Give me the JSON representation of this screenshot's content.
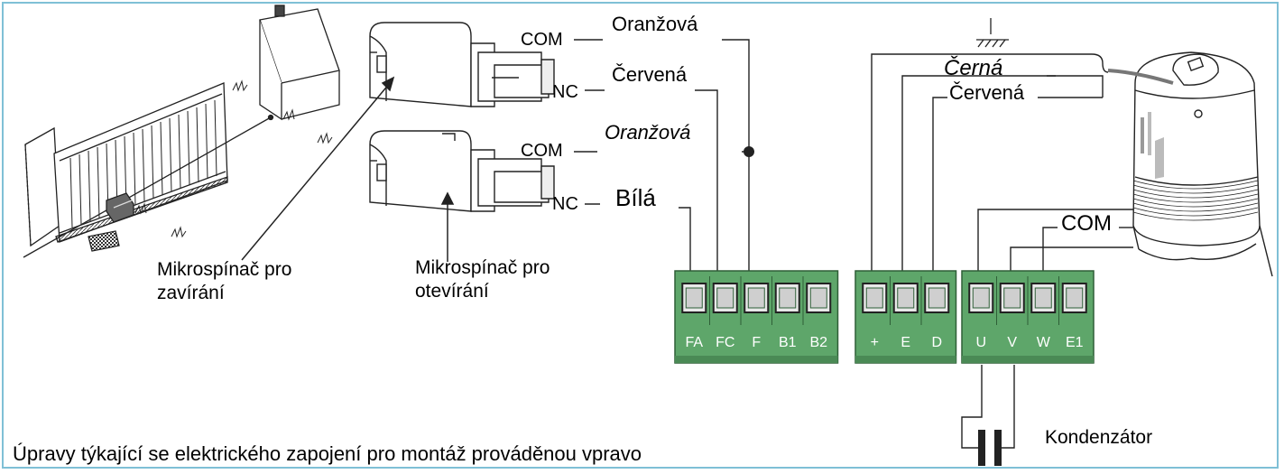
{
  "switch_labels": {
    "com_top": "COM",
    "nc_top": "NC",
    "com_bottom": "COM",
    "nc_bottom": "NC"
  },
  "wires": {
    "oranzova_1": "Oranžová",
    "cervena_1": "Červená",
    "oranzova_2": "Oranžová",
    "bila": "Bílá",
    "cerna": "Černá",
    "cervena_2": "Červená",
    "com_motor": "COM"
  },
  "captions": {
    "closing_switch_line1": "Mikrospínač pro",
    "closing_switch_line2": "zavírání",
    "opening_switch_line1": "Mikrospínač pro",
    "opening_switch_line2": "otevírání",
    "capacitor": "Kondenzátor"
  },
  "terminal_blocks": [
    {
      "terminals": [
        "FA",
        "FC",
        "F",
        "B1",
        "B2"
      ]
    },
    {
      "terminals": [
        "+",
        "E",
        "D"
      ]
    },
    {
      "terminals": [
        "U",
        "V",
        "W",
        "E1"
      ]
    }
  ],
  "footer": "Úpravy týkající se elektrického zapojení pro montáž prováděnou vpravo",
  "colors": {
    "terminal_green": "#5ea66a",
    "terminal_dark": "#2e5f37",
    "frame": "#7fc0d6"
  }
}
